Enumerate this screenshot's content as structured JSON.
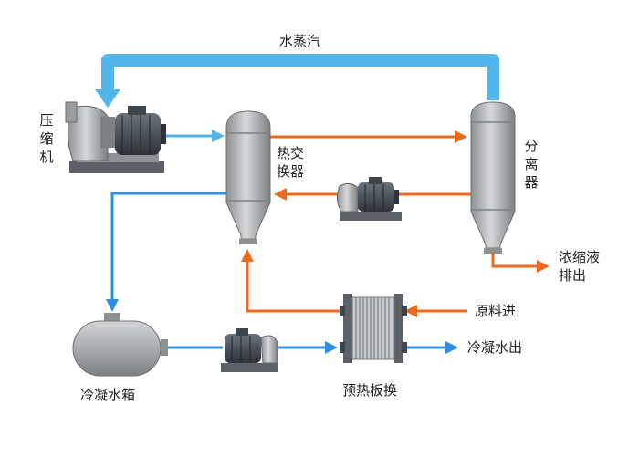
{
  "labels": {
    "steam": "水蒸汽",
    "compressor": "压缩机",
    "heat_exchanger": "热交换器",
    "separator": "分离器",
    "concentrate": "浓缩液排出",
    "feed": "原料进",
    "cold_tank": "冷凝水箱",
    "preheat_plate": "预热板换",
    "condensate_out": "冷凝水出"
  },
  "colors": {
    "steam_line": "#52b6ec",
    "condensate_line": "#2f8ee3",
    "process_line": "#ec6a1e",
    "vessel": "#a7aaad",
    "text": "#222222"
  }
}
